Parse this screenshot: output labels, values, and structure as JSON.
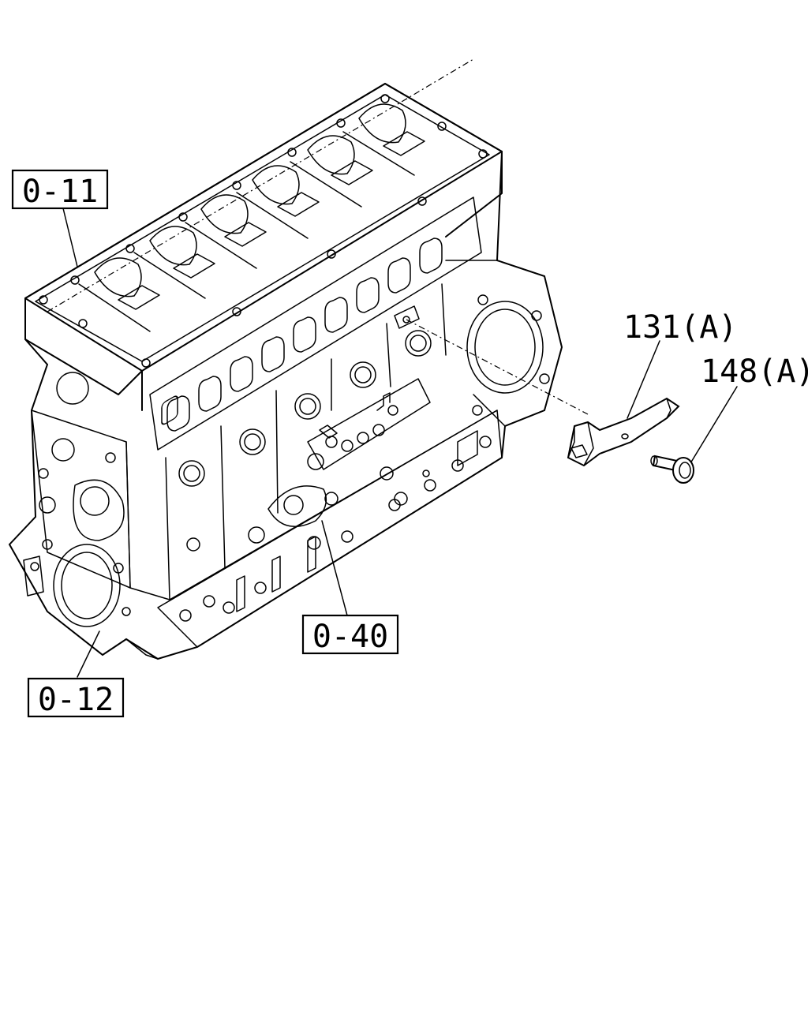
{
  "callouts": {
    "ref_0_11": "0-11",
    "ref_0_12": "0-12",
    "ref_0_40": "0-40",
    "part_131": "131(A)",
    "part_148": "148(A)"
  }
}
